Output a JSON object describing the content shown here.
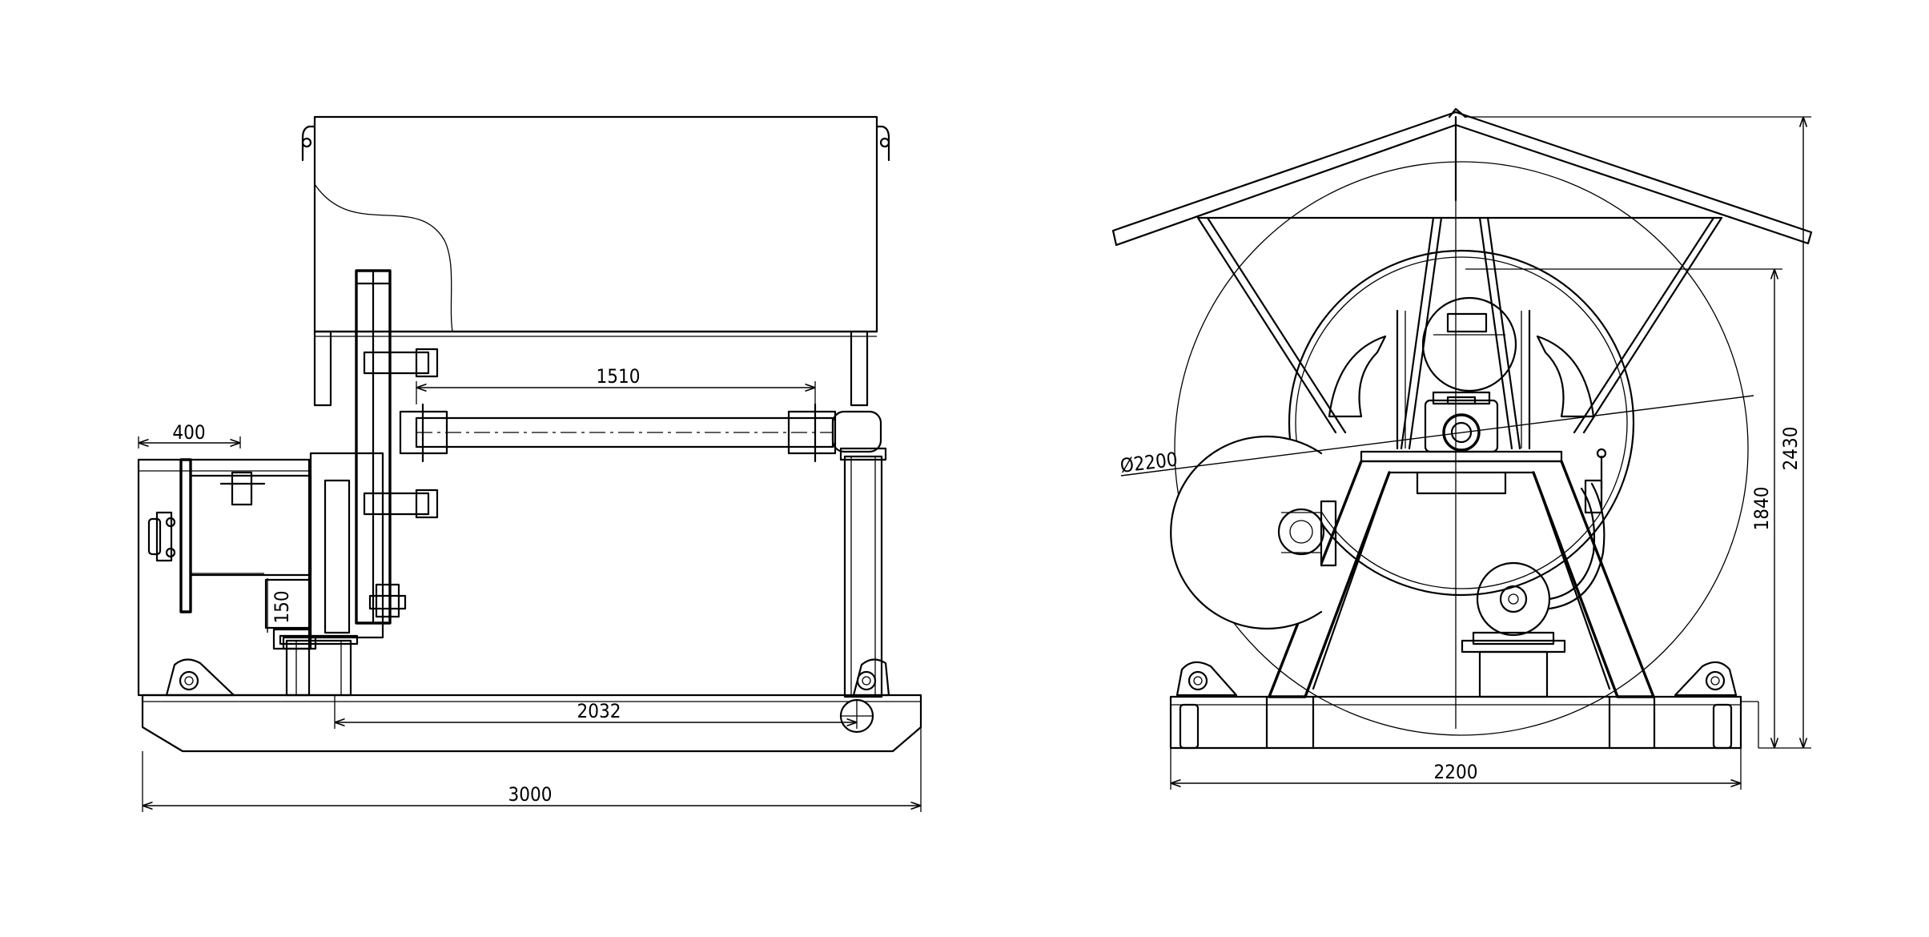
{
  "drawing": {
    "dimensions": {
      "side_stub_width": "400",
      "side_shaft_span": "1510",
      "side_small_vertical": "150",
      "side_frame_span": "2032",
      "side_overall_length": "3000",
      "front_drum_diameter": "Ø2200",
      "front_overall_width": "2200",
      "front_inner_height": "1840",
      "front_overall_height": "2430"
    },
    "colors": {
      "line": "#000000",
      "background": "#ffffff"
    }
  }
}
